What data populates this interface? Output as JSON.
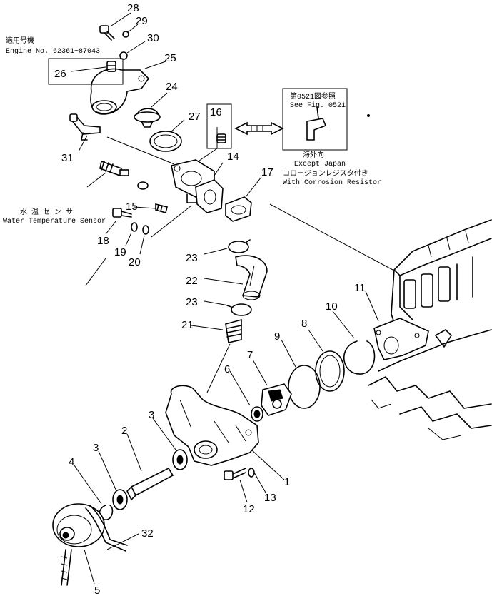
{
  "notes": {
    "serial_jp": "適用号機",
    "serial_en": "Engine No. 62361~87043",
    "ref_jp": "第0521図参照",
    "ref_en": "See Fig. 0521",
    "except_jp": "海外向",
    "except_en": "Except Japan",
    "resistor_jp": "コロージョンレジスタ付き",
    "resistor_en": "With Corrosion Resistor",
    "sensor_jp": "水 温 セ ン サ",
    "sensor_en": "Water Temperature Sensor"
  },
  "callouts": [
    "28",
    "29",
    "30",
    "25",
    "26",
    "24",
    "27",
    "16",
    "14",
    "31",
    "17",
    "15",
    "18",
    "19",
    "20",
    "23",
    "22",
    "23",
    "21",
    "11",
    "10",
    "9",
    "8",
    "7",
    "6",
    "3",
    "2",
    "3",
    "4",
    "13",
    "12",
    "1",
    "32",
    "5"
  ]
}
